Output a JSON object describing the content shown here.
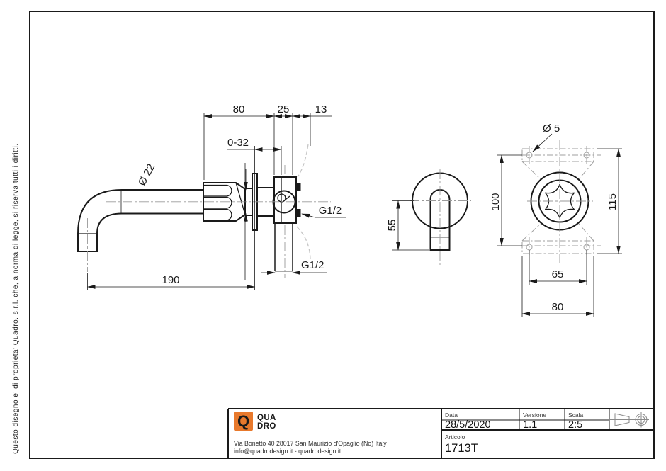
{
  "colors": {
    "line": "#1a1a1a",
    "accent_orange": "#E8792C",
    "centerline_gray": "#9a9a9a",
    "break_gray": "#c6c6c6",
    "background": "#ffffff"
  },
  "disclaimer": "Questo disegno e' di proprieta' Quadro. s.r.l. che, a norma di legge, si riserva tutti i diritti.",
  "views": {
    "side": {
      "dim_80": "80",
      "dim_25": "25",
      "dim_13": "13",
      "dim_0_32": "0-32",
      "dim_dia22": "Ø 22",
      "label_g12_side": "G1/2",
      "label_g12_bottom": "G1/2",
      "dim_190": "190"
    },
    "front": {
      "dim_55": "55"
    },
    "mounting": {
      "dim_dia5": "Ø 5",
      "dim_100": "100",
      "dim_115": "115",
      "dim_65": "65",
      "dim_80": "80"
    }
  },
  "title_block": {
    "logo_q": "Q",
    "logo_top": "QUA",
    "logo_bottom": "DRO",
    "address_line1": "Via Bonetto 40  28017 San Maurizio d'Opaglio (No) Italy",
    "address_line2": "info@quadrodesign.it  -  quadrodesign.it",
    "data_label": "Data",
    "data_value": "28/5/2020",
    "versione_label": "Versione",
    "versione_value": "1.1",
    "scala_label": "Scala",
    "scala_value": "2:5",
    "articolo_label": "Articolo",
    "articolo_value": "1713T"
  }
}
